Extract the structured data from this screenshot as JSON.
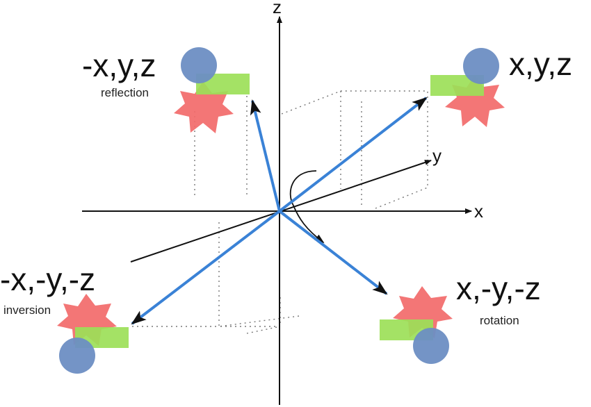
{
  "axes": {
    "x_label": "x",
    "y_label": "y",
    "z_label": "z"
  },
  "quadrants": {
    "original": {
      "coords": "x,y,z"
    },
    "reflection": {
      "coords": "-x,y,z",
      "caption": "reflection"
    },
    "inversion": {
      "coords": "-x,-y,-z",
      "caption": "inversion"
    },
    "rotation": {
      "coords": "x,-y,-z",
      "caption": "rotation"
    }
  },
  "colors": {
    "vector": "#3a82d6",
    "axis": "#111111",
    "circle": "#6d8ec3",
    "rectangle": "#9cdf58",
    "star": "#f26a6a",
    "guide": "#777777"
  },
  "icons": {
    "circle": "circle-icon",
    "rectangle": "rectangle-icon",
    "star": "star-icon"
  }
}
